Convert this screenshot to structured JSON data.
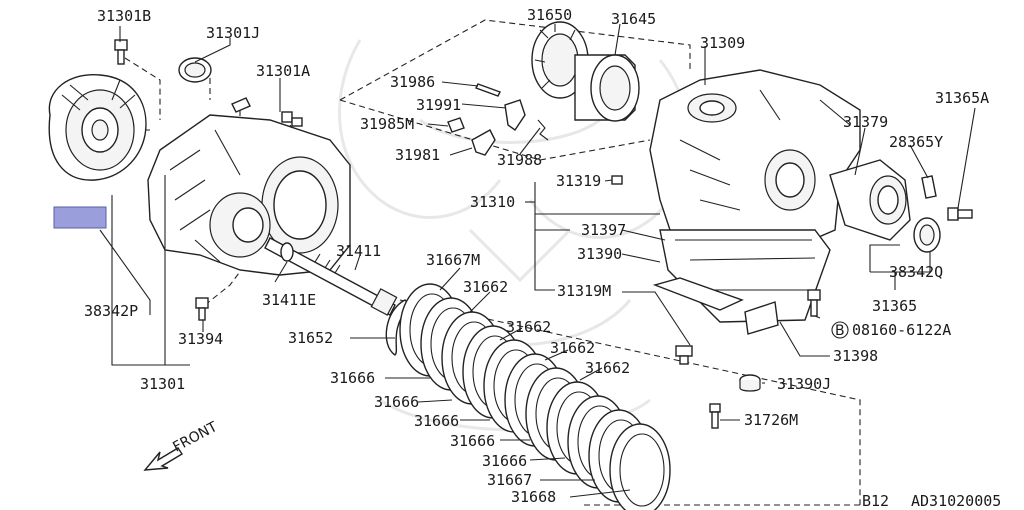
{
  "callouts": [
    {
      "id": "c-31301b",
      "text": "31301B"
    },
    {
      "id": "c-31301j",
      "text": "31301J"
    },
    {
      "id": "c-31301a",
      "text": "31301A"
    },
    {
      "id": "c-31650",
      "text": "31650"
    },
    {
      "id": "c-31645",
      "text": "31645"
    },
    {
      "id": "c-31309",
      "text": "31309"
    },
    {
      "id": "c-31986",
      "text": "31986"
    },
    {
      "id": "c-31991",
      "text": "31991"
    },
    {
      "id": "c-31985m",
      "text": "31985M"
    },
    {
      "id": "c-31981",
      "text": "31981"
    },
    {
      "id": "c-31988",
      "text": "31988"
    },
    {
      "id": "c-31365a",
      "text": "31365A"
    },
    {
      "id": "c-31379",
      "text": "31379"
    },
    {
      "id": "c-28365y",
      "text": "28365Y"
    },
    {
      "id": "c-31319",
      "text": "31319"
    },
    {
      "id": "c-31310",
      "text": "31310"
    },
    {
      "id": "c-31397",
      "text": "31397"
    },
    {
      "id": "c-31390",
      "text": "31390"
    },
    {
      "id": "c-38342q",
      "text": "38342Q"
    },
    {
      "id": "c-31411",
      "text": "31411"
    },
    {
      "id": "c-31667m",
      "text": "31667M"
    },
    {
      "id": "c-31662a",
      "text": "31662"
    },
    {
      "id": "c-31319m",
      "text": "31319M"
    },
    {
      "id": "c-31365",
      "text": "31365"
    },
    {
      "id": "c-31411e",
      "text": "31411E"
    },
    {
      "id": "c-38342p",
      "text": "38342P"
    },
    {
      "id": "c-31394",
      "text": "31394"
    },
    {
      "id": "c-31652",
      "text": "31652"
    },
    {
      "id": "c-31662b",
      "text": "31662"
    },
    {
      "id": "c-31662c",
      "text": "31662"
    },
    {
      "id": "c-31662d",
      "text": "31662"
    },
    {
      "id": "c-08160",
      "text": "08160-6122A"
    },
    {
      "id": "c-31398",
      "text": "31398"
    },
    {
      "id": "c-31666a",
      "text": "31666"
    },
    {
      "id": "c-31666b",
      "text": "31666"
    },
    {
      "id": "c-31666c",
      "text": "31666"
    },
    {
      "id": "c-31666d",
      "text": "31666"
    },
    {
      "id": "c-31666e",
      "text": "31666"
    },
    {
      "id": "c-31390j",
      "text": "31390J"
    },
    {
      "id": "c-31301",
      "text": "31301"
    },
    {
      "id": "c-31726m",
      "text": "31726M"
    },
    {
      "id": "c-31667",
      "text": "31667"
    },
    {
      "id": "c-31668",
      "text": "31668"
    }
  ],
  "circle_letter": "B",
  "front_label": "FRONT",
  "footer": {
    "page_ref": "B12",
    "diagram_code": "AD31020005"
  },
  "colors": {
    "highlight": "#9a9fdc",
    "line": "#222222",
    "background": "#ffffff"
  }
}
